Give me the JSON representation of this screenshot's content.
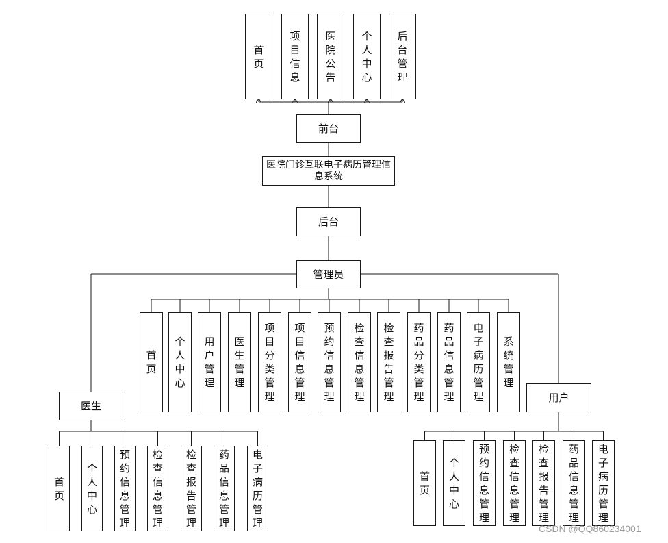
{
  "root": {
    "label": "医院门诊互联电子病历管理信息系统"
  },
  "frontend": {
    "label": "前台",
    "items": [
      "首页",
      "项目信息",
      "医院公告",
      "个人中心",
      "后台管理"
    ]
  },
  "backend": {
    "label": "后台"
  },
  "admin": {
    "label": "管理员",
    "items": [
      "首页",
      "个人中心",
      "用户管理",
      "医生管理",
      "项目分类管理",
      "项目信息管理",
      "预约信息管理",
      "检查信息管理",
      "检查报告管理",
      "药品分类管理",
      "药品信息管理",
      "电子病历管理",
      "系统管理"
    ]
  },
  "doctor": {
    "label": "医生",
    "items": [
      "首页",
      "个人中心",
      "预约信息管理",
      "检查信息管理",
      "检查报告管理",
      "药品信息管理",
      "电子病历管理"
    ]
  },
  "user": {
    "label": "用户",
    "items": [
      "首页",
      "个人中心",
      "预约信息管理",
      "检查信息管理",
      "检查报告管理",
      "药品信息管理",
      "电子病历管理"
    ]
  },
  "watermark": "CSDN @QQ860234001"
}
